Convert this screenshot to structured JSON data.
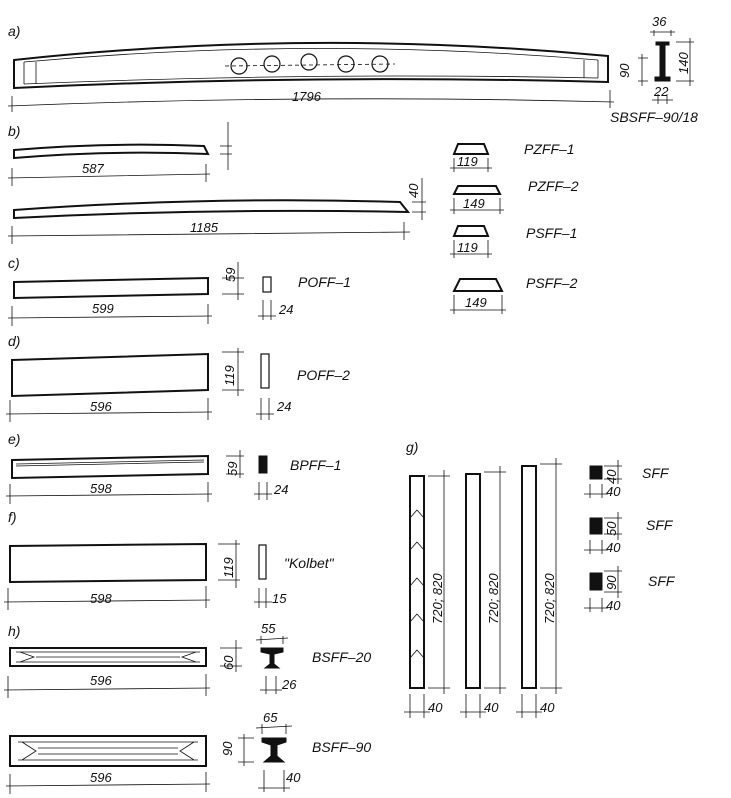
{
  "sections": {
    "a": "a)",
    "b": "b)",
    "c": "c)",
    "d": "d)",
    "e": "e)",
    "f": "f)",
    "g": "g)",
    "h": "h)"
  },
  "labels": {
    "sbsff": "SBSFF–90/18",
    "pzff1": "PZFF–1",
    "pzff2": "PZFF–2",
    "psff1": "PSFF–1",
    "psff2": "PSFF–2",
    "poff1": "POFF–1",
    "poff2": "POFF–2",
    "bpff1": "BPFF–1",
    "kolbet": "\"Kolbet\"",
    "bsff20": "BSFF–20",
    "bsff90": "BSFF–90",
    "sff": "SFF"
  },
  "dims": {
    "a_len": "1796",
    "a_top": "36",
    "a_h1": "90",
    "a_h2": "140",
    "a_web": "22",
    "b_len1": "587",
    "b_len2": "1185",
    "b_h": "40",
    "pzff1_w": "119",
    "pzff2_w": "149",
    "psff1_w": "119",
    "psff2_w": "149",
    "c_len": "599",
    "c_h": "59",
    "c_w": "24",
    "d_len": "596",
    "d_h": "119",
    "d_w": "24",
    "e_len": "598",
    "e_h": "59",
    "e_w": "24",
    "f_len": "598",
    "f_h": "119",
    "f_w": "15",
    "h1_len": "596",
    "h1_top": "55",
    "h1_h": "60",
    "h1_w": "26",
    "h2_len": "596",
    "h2_top": "65",
    "h2_h": "90",
    "h2_w": "40",
    "g_len": "720; 820",
    "g_w": "40",
    "g_s1_h": "40",
    "g_s1_w": "40",
    "g_s2_h": "50",
    "g_s2_w": "40",
    "g_s3_h": "90",
    "g_s3_w": "40"
  }
}
